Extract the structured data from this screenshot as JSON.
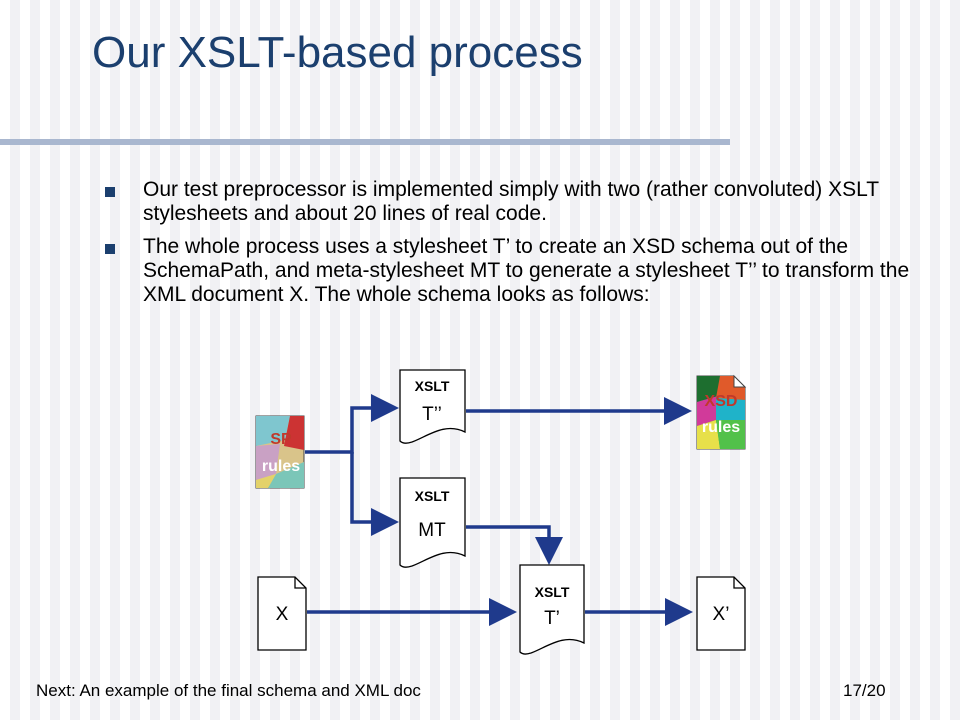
{
  "slide": {
    "title": "Our XSLT-based process",
    "bullets": [
      "Our test preprocessor is implemented simply with two (rather convoluted) XSLT stylesheets and about 20 lines of real code.",
      "The whole process uses a stylesheet T’ to create an XSD schema out of the SchemaPath, and meta-stylesheet MT to generate a stylesheet T’’ to transform the XML document X. The whole schema looks as follows:"
    ],
    "footer": "Next: An example of the final schema and XML doc",
    "page_number": "17/20"
  },
  "diagram": {
    "sp_rules": {
      "line1": "SP",
      "line2": "rules"
    },
    "xsd_rules": {
      "line1": "XSD",
      "line2": "rules"
    },
    "xslt_t2": {
      "title": "XSLT",
      "sub": "T’’"
    },
    "xslt_mt": {
      "title": "XSLT",
      "sub": "MT"
    },
    "xslt_t1": {
      "title": "XSLT",
      "sub": "T’"
    },
    "doc_x": {
      "label": "X"
    },
    "doc_x_out": {
      "label": "X’"
    }
  },
  "colors": {
    "title": "#1b3f6e",
    "arrow": "#1f3a8c",
    "title_rule": "#a9b7cf"
  }
}
